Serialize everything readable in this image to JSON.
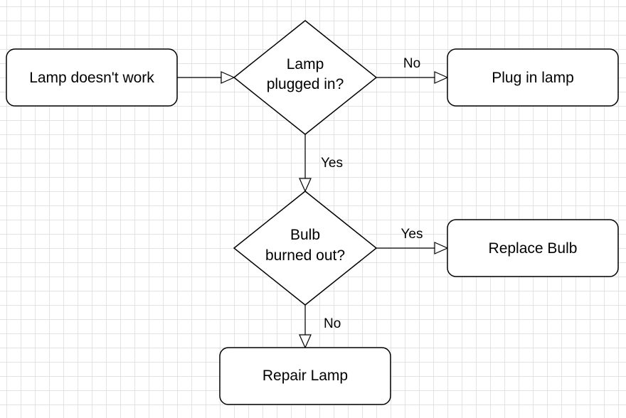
{
  "diagram": {
    "nodes": {
      "start": {
        "label": "Lamp doesn't work",
        "shape": "rounded-rectangle"
      },
      "plugged_decision": {
        "label_line1": "Lamp",
        "label_line2": "plugged in?",
        "shape": "diamond"
      },
      "plug_in": {
        "label": "Plug in lamp",
        "shape": "rounded-rectangle"
      },
      "bulb_decision": {
        "label_line1": "Bulb",
        "label_line2": "burned out?",
        "shape": "diamond"
      },
      "replace_bulb": {
        "label": "Replace Bulb",
        "shape": "rounded-rectangle"
      },
      "repair_lamp": {
        "label": "Repair Lamp",
        "shape": "rounded-rectangle"
      }
    },
    "edges": {
      "start_to_plugged": {
        "from": "start",
        "to": "plugged_decision",
        "label": ""
      },
      "plugged_no": {
        "from": "plugged_decision",
        "to": "plug_in",
        "label": "No"
      },
      "plugged_yes": {
        "from": "plugged_decision",
        "to": "bulb_decision",
        "label": "Yes"
      },
      "bulb_yes": {
        "from": "bulb_decision",
        "to": "replace_bulb",
        "label": "Yes"
      },
      "bulb_no": {
        "from": "bulb_decision",
        "to": "repair_lamp",
        "label": "No"
      }
    }
  },
  "colors": {
    "background": "#ffffff",
    "grid": "#e3e3e3",
    "stroke": "#000000",
    "text": "#000000"
  }
}
